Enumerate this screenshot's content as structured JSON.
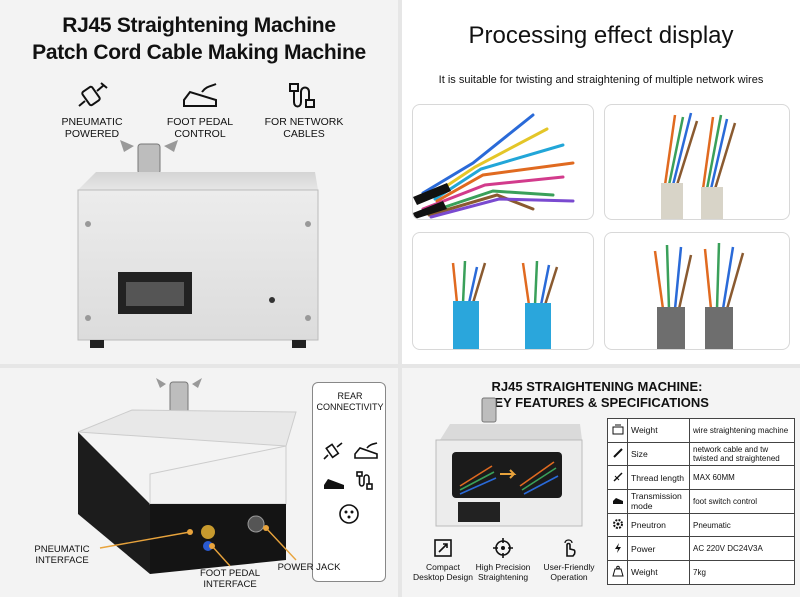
{
  "top_left": {
    "title_line1": "RJ45 Straightening Machine",
    "title_line2": "Patch Cord Cable Making Machine",
    "features": [
      {
        "icon": "pneumatic-icon",
        "line1": "PNEUMATIC",
        "line2": "POWERED"
      },
      {
        "icon": "foot-pedal-icon",
        "line1": "FOOT PEDAL",
        "line2": "CONTROL"
      },
      {
        "icon": "network-cable-icon",
        "line1": "FOR NETWORK",
        "line2": "CABLES"
      }
    ]
  },
  "top_right": {
    "title": "Processing effect display",
    "subtitle": "It is suitable for twisting and straightening of multiple network wires"
  },
  "bottom_left": {
    "rear_box_line1": "REAR",
    "rear_box_line2": "CONNECTIVITY",
    "callout_pneumatic_line1": "PNEUMATIC",
    "callout_pneumatic_line2": "INTERFACE",
    "callout_foot_line1": "FOOT PEDAL",
    "callout_foot_line2": "INTERFACE",
    "callout_power": "POWER JACK",
    "accent": "#e8a33c"
  },
  "bottom_right": {
    "title_line1": "RJ45 STRAIGHTENING MACHINE:",
    "title_line2": "KEY FEATURES & SPECIFICATIONS",
    "specs": [
      {
        "icon": "scale-icon",
        "name": "Weight",
        "value": "wire straightening machine"
      },
      {
        "icon": "ruler-icon",
        "name": "Size",
        "value": "network cable and tw twisted and straightened"
      },
      {
        "icon": "thread-icon",
        "name": "Thread length",
        "value": "MAX 60MM"
      },
      {
        "icon": "transmission-icon",
        "name": "Transmission mode",
        "value": "foot switch control"
      },
      {
        "icon": "gear-icon",
        "name": "Pneutron",
        "value": "Pneumatic"
      },
      {
        "icon": "lightning-icon",
        "name": "Power",
        "value": "AC 220V DC24V3A"
      },
      {
        "icon": "weight-icon",
        "name": "Weight",
        "value": "7kg"
      }
    ],
    "features": [
      {
        "icon": "compact-icon",
        "line1": "Compact",
        "line2": "Desktop Design"
      },
      {
        "icon": "crosshair-icon",
        "line1": "High Precision",
        "line2": "Straightening"
      },
      {
        "icon": "touch-icon",
        "line1": "User-Friendly",
        "line2": "Operation"
      }
    ]
  }
}
